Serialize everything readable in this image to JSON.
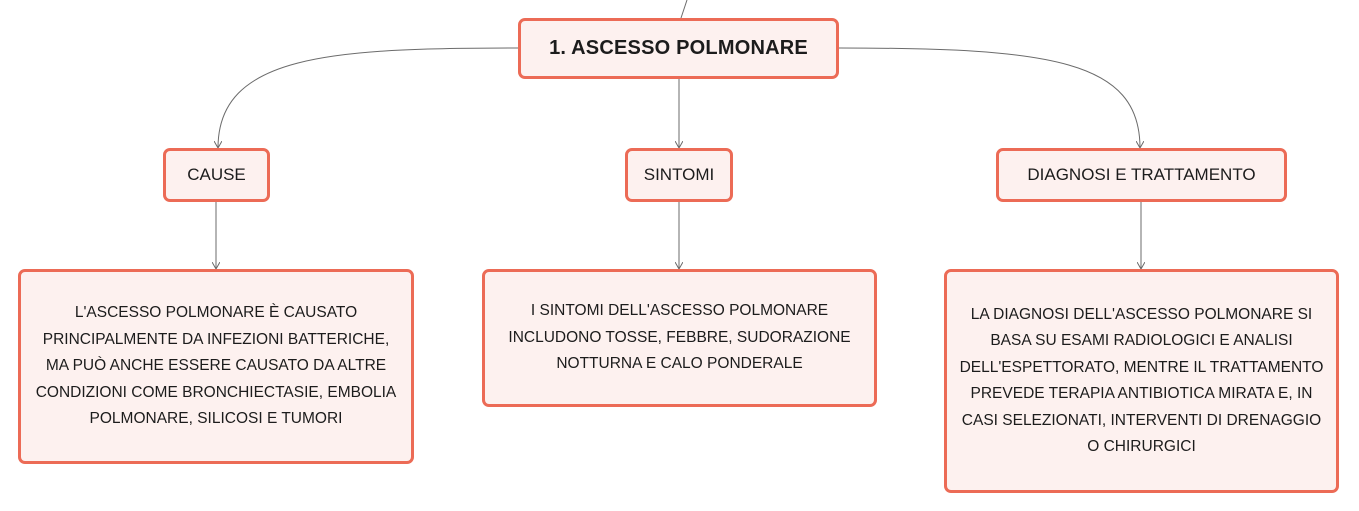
{
  "map": {
    "title": "1. ASCESSO POLMONARE",
    "categories": [
      {
        "label": "CAUSE",
        "detail": "L'ASCESSO POLMONARE È CAUSATO PRINCIPALMENTE DA INFEZIONI BATTERICHE, MA PUÒ ANCHE ESSERE CAUSATO DA ALTRE CONDIZIONI COME BRONCHIECTASIE, EMBOLIA POLMONARE, SILICOSI E TUMORI"
      },
      {
        "label": "SINTOMI",
        "detail": "I SINTOMI DELL'ASCESSO POLMONARE INCLUDONO TOSSE, FEBBRE, SUDORAZIONE NOTTURNA E CALO PONDERALE"
      },
      {
        "label": "DIAGNOSI E TRATTAMENTO",
        "detail": "LA DIAGNOSI DELL'ASCESSO POLMONARE SI BASA SU ESAMI RADIOLOGICI E ANALISI DELL'ESPETTORATO, MENTRE IL TRATTAMENTO PREVEDE TERAPIA ANTIBIOTICA MIRATA E, IN CASI SELEZIONATI, INTERVENTI DI DRENAGGIO O CHIRURGICI"
      }
    ]
  },
  "colors": {
    "node_border": "#ec6b56",
    "node_fill": "#fdf1ef",
    "connector": "#6b6b6b",
    "text": "#1c1c1c"
  }
}
